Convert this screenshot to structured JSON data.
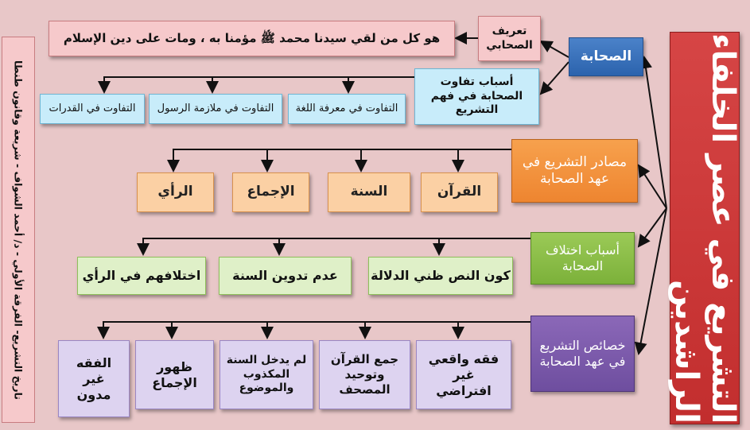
{
  "main_title": "التشريع في عصر الخلفاء الراشدين",
  "side_caption": "تاريخ التشريع- الفرقة الأولي - د/ أحمد الشواف - شريعة وقانون طنطا",
  "sahaba": {
    "label": "الصحابة",
    "definition_label": "تعريف الصحابي",
    "definition_text": "هو كل من لقي سيدنا محمد ﷺ مؤمنا به ، ومات على دين الإسلام",
    "differences_label": "أسباب تفاوت الصحابة في فهم التشريع",
    "differences": [
      "التفاوت في معرفة اللغة",
      "التفاوت في ملازمة الرسول",
      "التفاوت في القدرات"
    ]
  },
  "sources": {
    "label": "مصادر التشريع في عهد الصحابة",
    "items": [
      "القرآن",
      "السنة",
      "الإجماع",
      "الرأي"
    ]
  },
  "disagreement": {
    "label": "أسباب اختلاف الصحابة",
    "items": [
      "كون النص ظني الدلالة",
      "عدم تدوين السنة",
      "اختلافهم في الرأي"
    ]
  },
  "features": {
    "label": "خصائص التشريع في عهد الصحابة",
    "items": [
      "فقه واقعي غير افتراضي",
      "جمع القرآن وتوحيد المصحف",
      "لم يدخل السنة المكذوب والموضوع",
      "ظهور الإجماع",
      "الفقه غير مدون"
    ]
  }
}
